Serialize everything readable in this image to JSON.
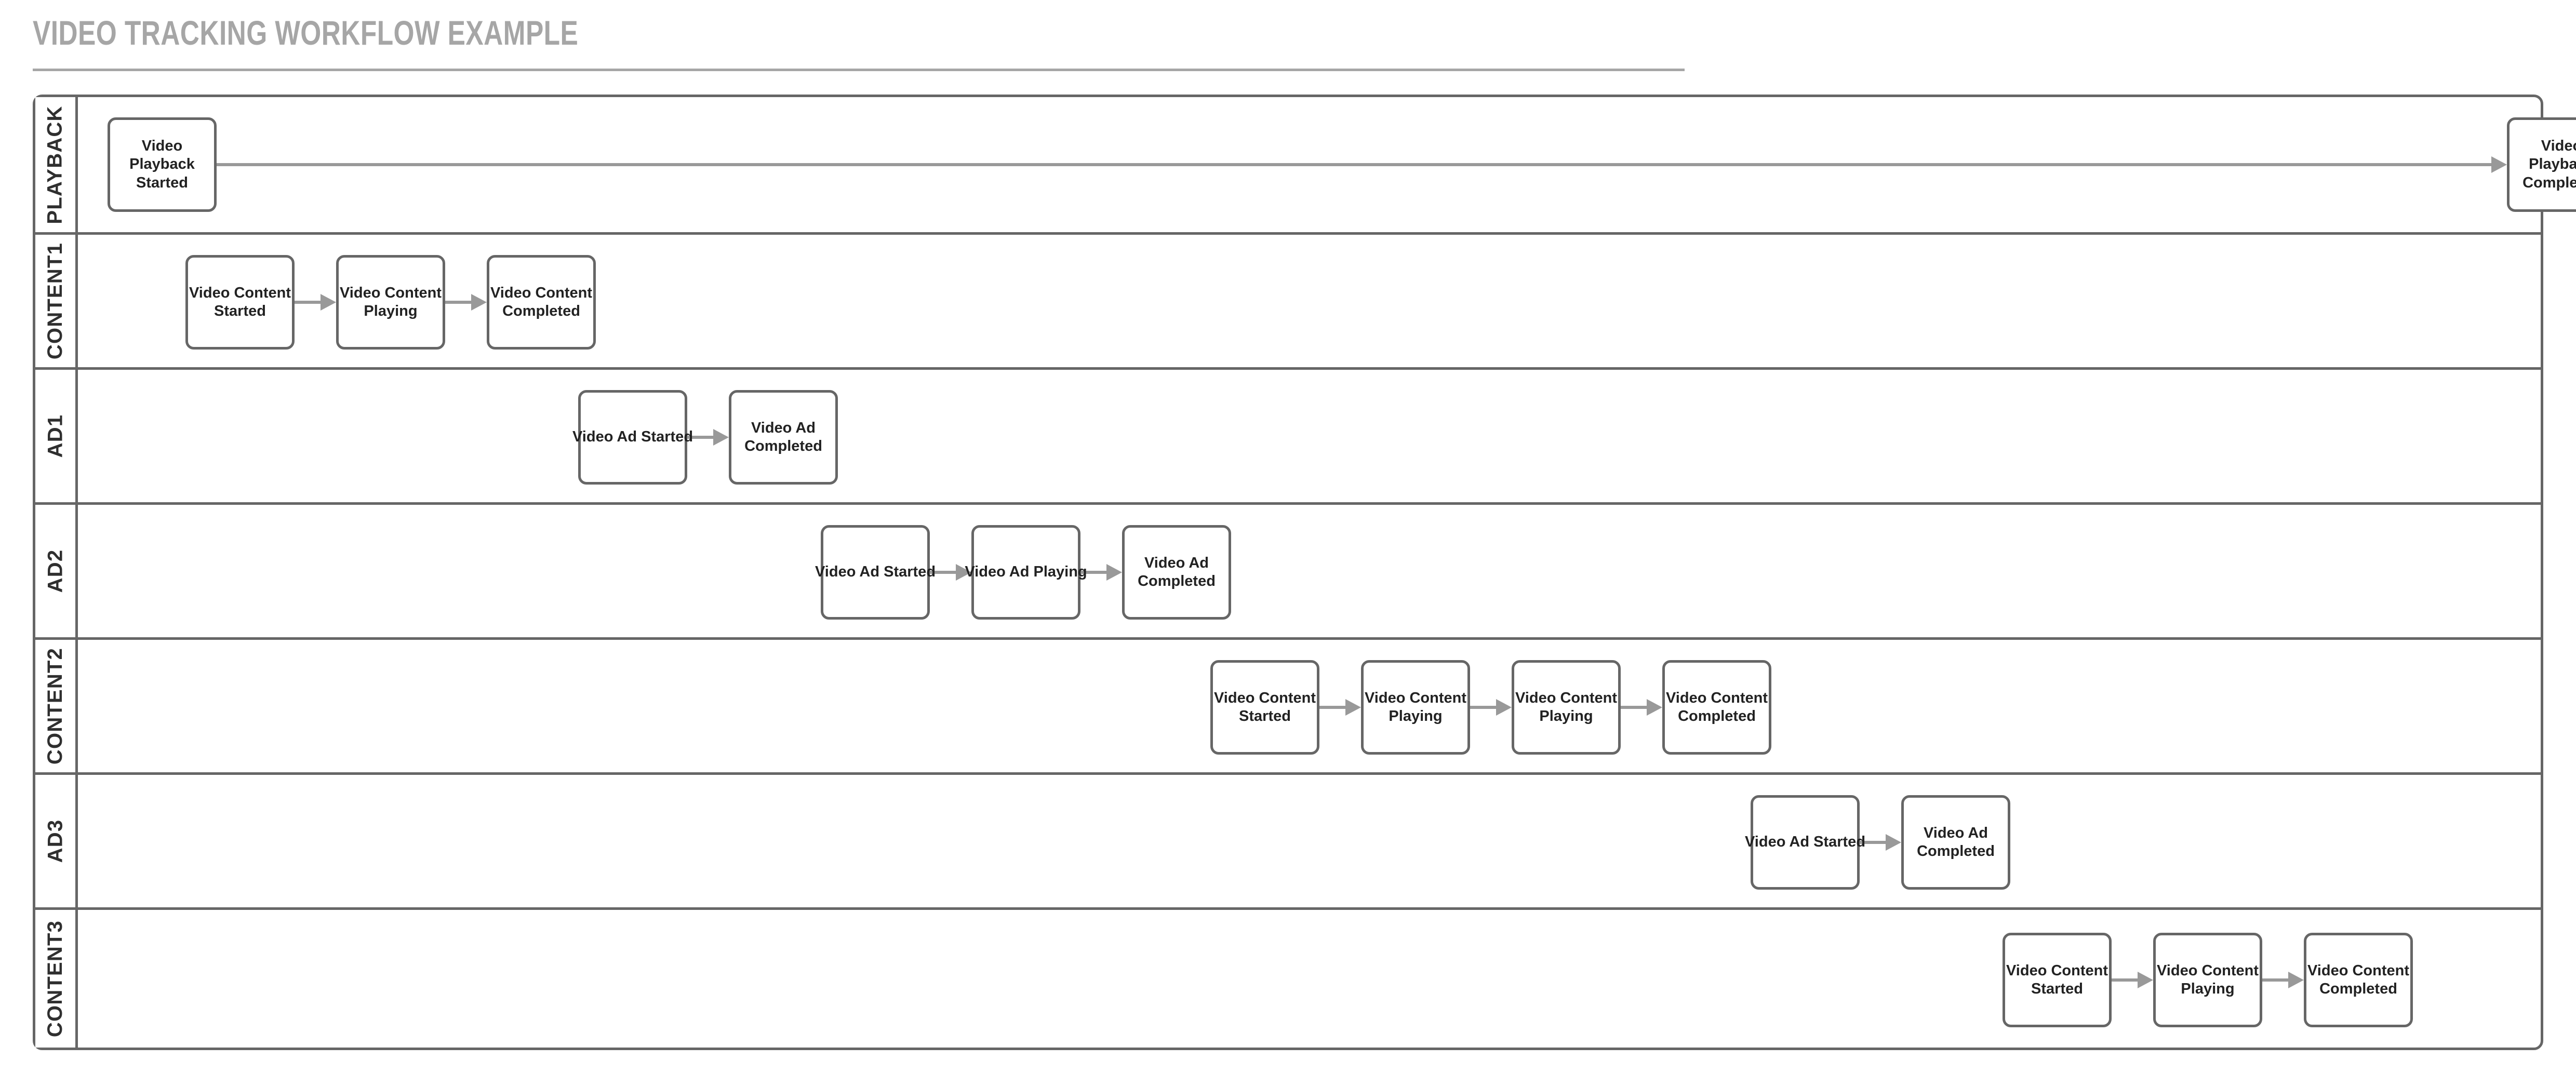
{
  "title": "VIDEO TRACKING WORKFLOW EXAMPLE",
  "colors": {
    "title_gray": "#a6a6a6",
    "border_gray": "#666666",
    "connector_gray": "#999999",
    "node_text": "#222222",
    "lane_label": "#2f2f2f",
    "background": "#ffffff"
  },
  "diagram": {
    "type": "swimlane-flowchart",
    "lane_count": 7,
    "lanes": [
      {
        "id": "playback",
        "label": "PLAYBACK",
        "nodes": [
          {
            "id": "playback-started",
            "label": "Video Playback\nStarted"
          },
          {
            "id": "playback-completed",
            "label": "Video Playback\nCompleted"
          }
        ],
        "edges": [
          {
            "from": "playback-started",
            "to": "playback-completed"
          }
        ]
      },
      {
        "id": "content1",
        "label": "CONTENT1",
        "nodes": [
          {
            "id": "content1-started",
            "label": "Video Content\nStarted"
          },
          {
            "id": "content1-playing",
            "label": "Video Content\nPlaying"
          },
          {
            "id": "content1-completed",
            "label": "Video Content\nCompleted"
          }
        ],
        "edges": [
          {
            "from": "content1-started",
            "to": "content1-playing"
          },
          {
            "from": "content1-playing",
            "to": "content1-completed"
          }
        ]
      },
      {
        "id": "ad1",
        "label": "AD1",
        "nodes": [
          {
            "id": "ad1-started",
            "label": "Video Ad Started"
          },
          {
            "id": "ad1-completed",
            "label": "Video Ad\nCompleted"
          }
        ],
        "edges": [
          {
            "from": "ad1-started",
            "to": "ad1-completed"
          }
        ]
      },
      {
        "id": "ad2",
        "label": "AD2",
        "nodes": [
          {
            "id": "ad2-started",
            "label": "Video Ad Started"
          },
          {
            "id": "ad2-playing",
            "label": "Video Ad Playing"
          },
          {
            "id": "ad2-completed",
            "label": "Video Ad\nCompleted"
          }
        ],
        "edges": [
          {
            "from": "ad2-started",
            "to": "ad2-playing"
          },
          {
            "from": "ad2-playing",
            "to": "ad2-completed"
          }
        ]
      },
      {
        "id": "content2",
        "label": "CONTENT2",
        "nodes": [
          {
            "id": "content2-started",
            "label": "Video Content\nStarted"
          },
          {
            "id": "content2-playing-1",
            "label": "Video Content\nPlaying"
          },
          {
            "id": "content2-playing-2",
            "label": "Video Content\nPlaying"
          },
          {
            "id": "content2-completed",
            "label": "Video Content\nCompleted"
          }
        ],
        "edges": [
          {
            "from": "content2-started",
            "to": "content2-playing-1"
          },
          {
            "from": "content2-playing-1",
            "to": "content2-playing-2"
          },
          {
            "from": "content2-playing-2",
            "to": "content2-completed"
          }
        ]
      },
      {
        "id": "ad3",
        "label": "AD3",
        "nodes": [
          {
            "id": "ad3-started",
            "label": "Video Ad Started"
          },
          {
            "id": "ad3-completed",
            "label": "Video Ad\nCompleted"
          }
        ],
        "edges": [
          {
            "from": "ad3-started",
            "to": "ad3-completed"
          }
        ]
      },
      {
        "id": "content3",
        "label": "CONTENT3",
        "nodes": [
          {
            "id": "content3-started",
            "label": "Video Content\nStarted"
          },
          {
            "id": "content3-playing",
            "label": "Video Content\nPlaying"
          },
          {
            "id": "content3-completed",
            "label": "Video Content\nCompleted"
          }
        ],
        "edges": [
          {
            "from": "content3-started",
            "to": "content3-playing"
          },
          {
            "from": "content3-playing",
            "to": "content3-completed"
          }
        ]
      }
    ]
  }
}
